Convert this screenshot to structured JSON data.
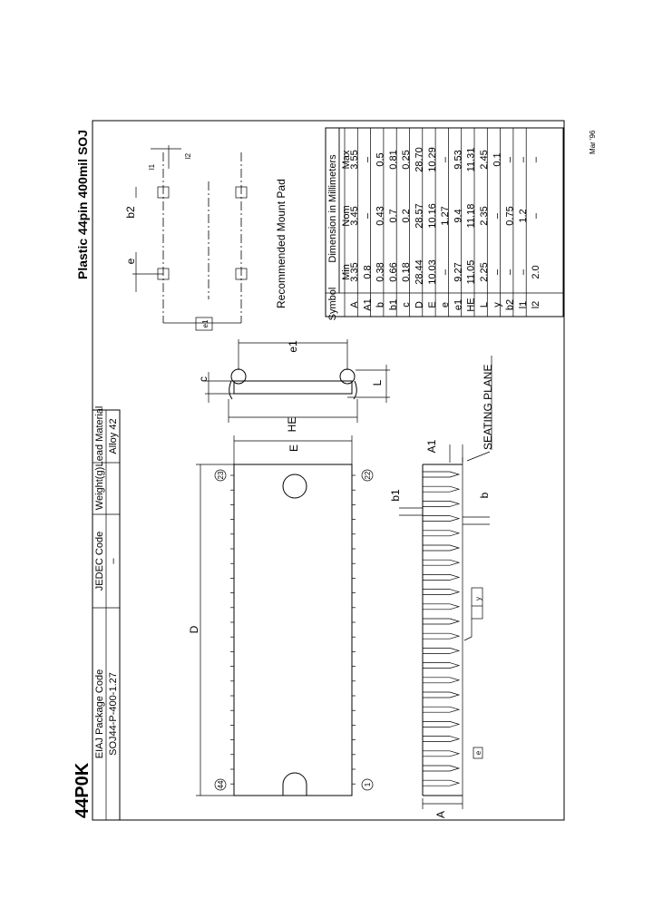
{
  "document": {
    "part_number": "44P0K",
    "package_title": "Plastic 44pin 400mil SOJ",
    "date": "Mar '96"
  },
  "info_table": {
    "headers": [
      "EIAJ Package Code",
      "JEDEC Code",
      "Weight(g)",
      "Lead Material"
    ],
    "values": [
      "SOJ44-P-400-1.27",
      "–",
      "",
      "Alloy 42"
    ]
  },
  "drawing": {
    "dim_D": "D",
    "dim_E": "E",
    "dim_HE": "HE",
    "dim_e1": "e1",
    "dim_c": "c",
    "dim_L": "L",
    "dim_b": "b",
    "dim_b1": "b1",
    "dim_A": "A",
    "dim_A1": "A1",
    "dim_e": "e",
    "dim_y": "y",
    "seating_plane": "SEATING PLANE",
    "pin_1": "1",
    "pin_22": "22",
    "pin_23": "23",
    "pin_44": "44",
    "mount_pad_title": "Recommended Mount Pad",
    "pad_e": "e",
    "pad_b2": "b2",
    "pad_e1": "e1",
    "pad_l1": "l1",
    "pad_l2": "l2"
  },
  "dimension_table": {
    "header_symbol": "Symbol",
    "header_group": "Dimension in Millimeters",
    "header_cols": [
      "Min",
      "Nom",
      "Max"
    ],
    "rows": [
      {
        "symbol": "A",
        "min": "3.35",
        "nom": "3.45",
        "max": "3.55"
      },
      {
        "symbol": "A1",
        "min": "0.8",
        "nom": "–",
        "max": "–"
      },
      {
        "symbol": "b",
        "min": "0.38",
        "nom": "0.43",
        "max": "0.5"
      },
      {
        "symbol": "b1",
        "min": "0.66",
        "nom": "0.7",
        "max": "0.81"
      },
      {
        "symbol": "c",
        "min": "0.18",
        "nom": "0.2",
        "max": "0.25"
      },
      {
        "symbol": "D",
        "min": "28.44",
        "nom": "28.57",
        "max": "28.70"
      },
      {
        "symbol": "E",
        "min": "10.03",
        "nom": "10.16",
        "max": "10.29"
      },
      {
        "symbol": "e",
        "min": "–",
        "nom": "1.27",
        "max": "–"
      },
      {
        "symbol": "e1",
        "min": "9.27",
        "nom": "9.4",
        "max": "9.53"
      },
      {
        "symbol": "HE",
        "min": "11.05",
        "nom": "11.18",
        "max": "11.31"
      },
      {
        "symbol": "L",
        "min": "2.25",
        "nom": "2.35",
        "max": "2.45"
      },
      {
        "symbol": "y",
        "min": "–",
        "nom": "–",
        "max": "0.1"
      },
      {
        "symbol": "b2",
        "min": "–",
        "nom": "0.75",
        "max": "–"
      },
      {
        "symbol": "l1",
        "min": "–",
        "nom": "1.2",
        "max": "–"
      },
      {
        "symbol": "l2",
        "min": "2.0",
        "nom": "–",
        "max": "–"
      }
    ]
  }
}
